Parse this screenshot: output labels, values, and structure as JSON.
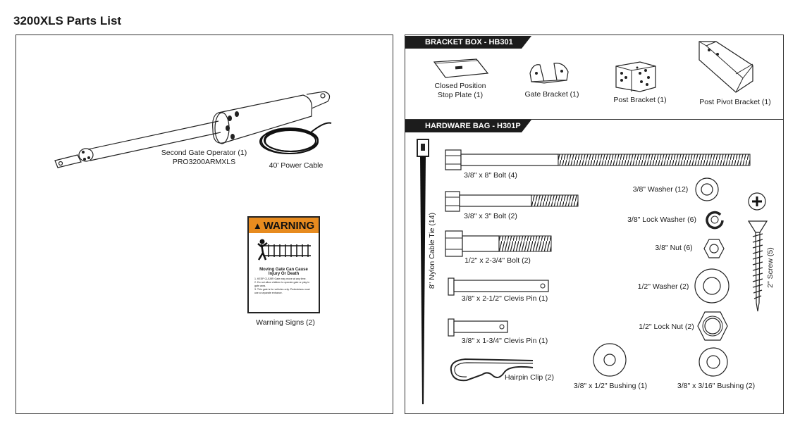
{
  "title": "3200XLS Parts List",
  "operator": {
    "label_line1": "Second Gate Operator (1)",
    "label_line2": "PRO3200ARMXLS",
    "cable_label": "40' Power Cable"
  },
  "warning": {
    "head": "WARNING",
    "line1": "Moving Gate Can Cause",
    "line2": "Injury Or Death",
    "rules": [
      "1. KEEP CLEAR! Gate may move at any time.",
      "2. Do not allow children to operate gate or play in gate area.",
      "3. This gate is for vehicles only. Pedestrians must use a separate entrance."
    ],
    "label": "Warning Signs (2)"
  },
  "bracket_box": {
    "header": "BRACKET BOX - HB301",
    "items": {
      "stop_plate_1": "Closed Position",
      "stop_plate_2": "Stop Plate (1)",
      "gate_bracket": "Gate Bracket (1)",
      "post_bracket": "Post Bracket (1)",
      "post_pivot": "Post Pivot Bracket (1)"
    }
  },
  "hardware_bag": {
    "header": "HARDWARE BAG - H301P",
    "items": {
      "cable_tie": "8\" Nylon Cable Tie (14)",
      "bolt_8": "3/8\" x 8\"  Bolt (4)",
      "bolt_3": "3/8\" x 3\" Bolt (2)",
      "bolt_234": "1/2\" x 2-3/4\" Bolt (2)",
      "clevis_212": "3/8\" x 2-1/2\" Clevis Pin (1)",
      "clevis_134": "3/8\" x 1-3/4\" Clevis Pin (1)",
      "hairpin": "Hairpin Clip (2)",
      "bushing_12": "3/8\" x 1/2\" Bushing (1)",
      "bushing_316": "3/8\" x 3/16\" Bushing (2)",
      "washer_38": "3/8\" Washer (12)",
      "lock_washer_38": "3/8\" Lock Washer (6)",
      "nut_38": "3/8\" Nut (6)",
      "washer_12": "1/2\" Washer (2)",
      "lock_nut_12": "1/2\" Lock Nut (2)",
      "screw": "2\" Screw (5)"
    }
  }
}
